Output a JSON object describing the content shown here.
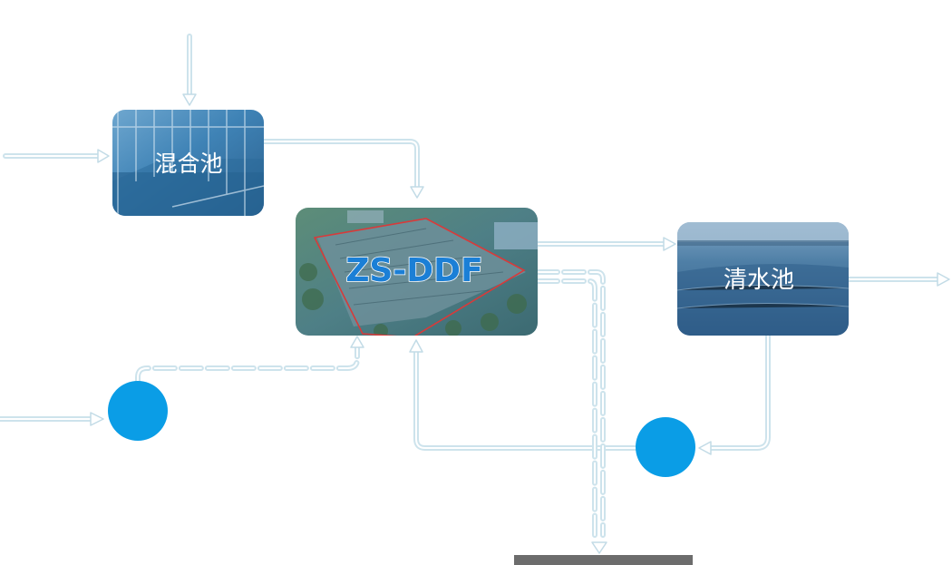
{
  "nodes": {
    "mixing_tank": {
      "label": "混合池"
    },
    "zs_ddf": {
      "label": "ZS-DDF"
    },
    "clear_water_tank": {
      "label": "清水池"
    }
  },
  "colors": {
    "pipe_outline": "#cde3ec",
    "pump": "#0a9de6",
    "card_mixing": "#3d7fb0",
    "card_ddf": "#4c7f86",
    "card_clear": "#4f7fa6",
    "ddf_text": "#0f6fc4",
    "boundary": "#d83a3a",
    "bottom_bar": "#6c6c6c"
  },
  "icons": {
    "pump": "pump-circle-icon",
    "flow": "arrow-head-icon"
  }
}
